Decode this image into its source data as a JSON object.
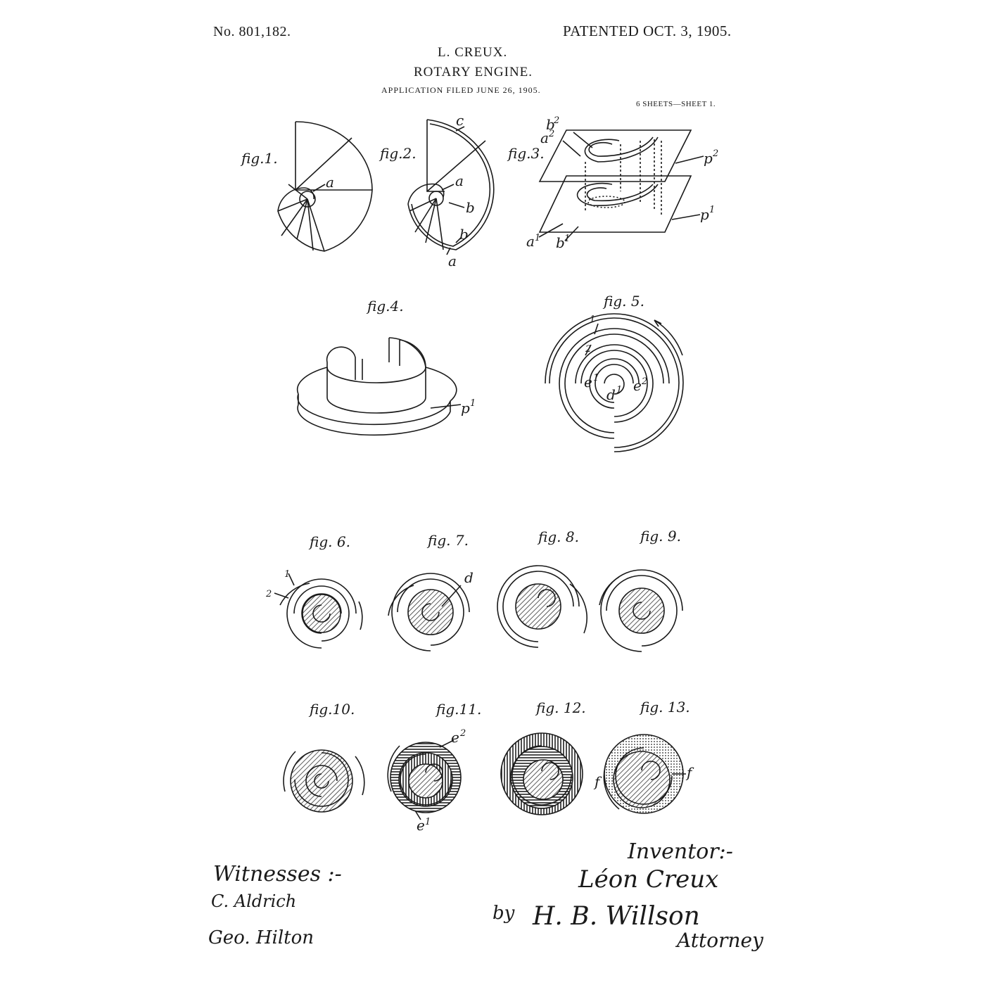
{
  "header": {
    "patent_number": "No. 801,182.",
    "patent_date": "PATENTED OCT. 3, 1905.",
    "inventor": "L. CREUX.",
    "title": "ROTARY ENGINE.",
    "filed": "APPLICATION FILED JUNE 26, 1905.",
    "sheets": "6 SHEETS—SHEET 1."
  },
  "figures": {
    "fig1": "fig.1.",
    "fig2": "fig.2.",
    "fig3": "fig.3.",
    "fig4": "fig.4.",
    "fig5": "fig. 5.",
    "fig6": "fig. 6.",
    "fig7": "fig. 7.",
    "fig8": "fig. 8.",
    "fig9": "fig. 9.",
    "fig10": "fig.10.",
    "fig11": "fig.11.",
    "fig12": "fig. 12.",
    "fig13": "fig. 13."
  },
  "refs": {
    "a": "a",
    "b": "b",
    "c": "c",
    "d": "d",
    "f": "f",
    "p": "p",
    "e": "e",
    "one": "1",
    "two": "2",
    "sup1": "1",
    "sup2": "2"
  },
  "signatures": {
    "witnesses_label": "Witnesses :-",
    "witness_1": "C. Aldrich",
    "witness_2": "Geo. Hilton",
    "inventor_label": "Inventor:-",
    "inventor_signature": "Léon Creux",
    "by": "by",
    "attorney_signature": "H. B. Willson",
    "attorney_label": "Attorney"
  }
}
